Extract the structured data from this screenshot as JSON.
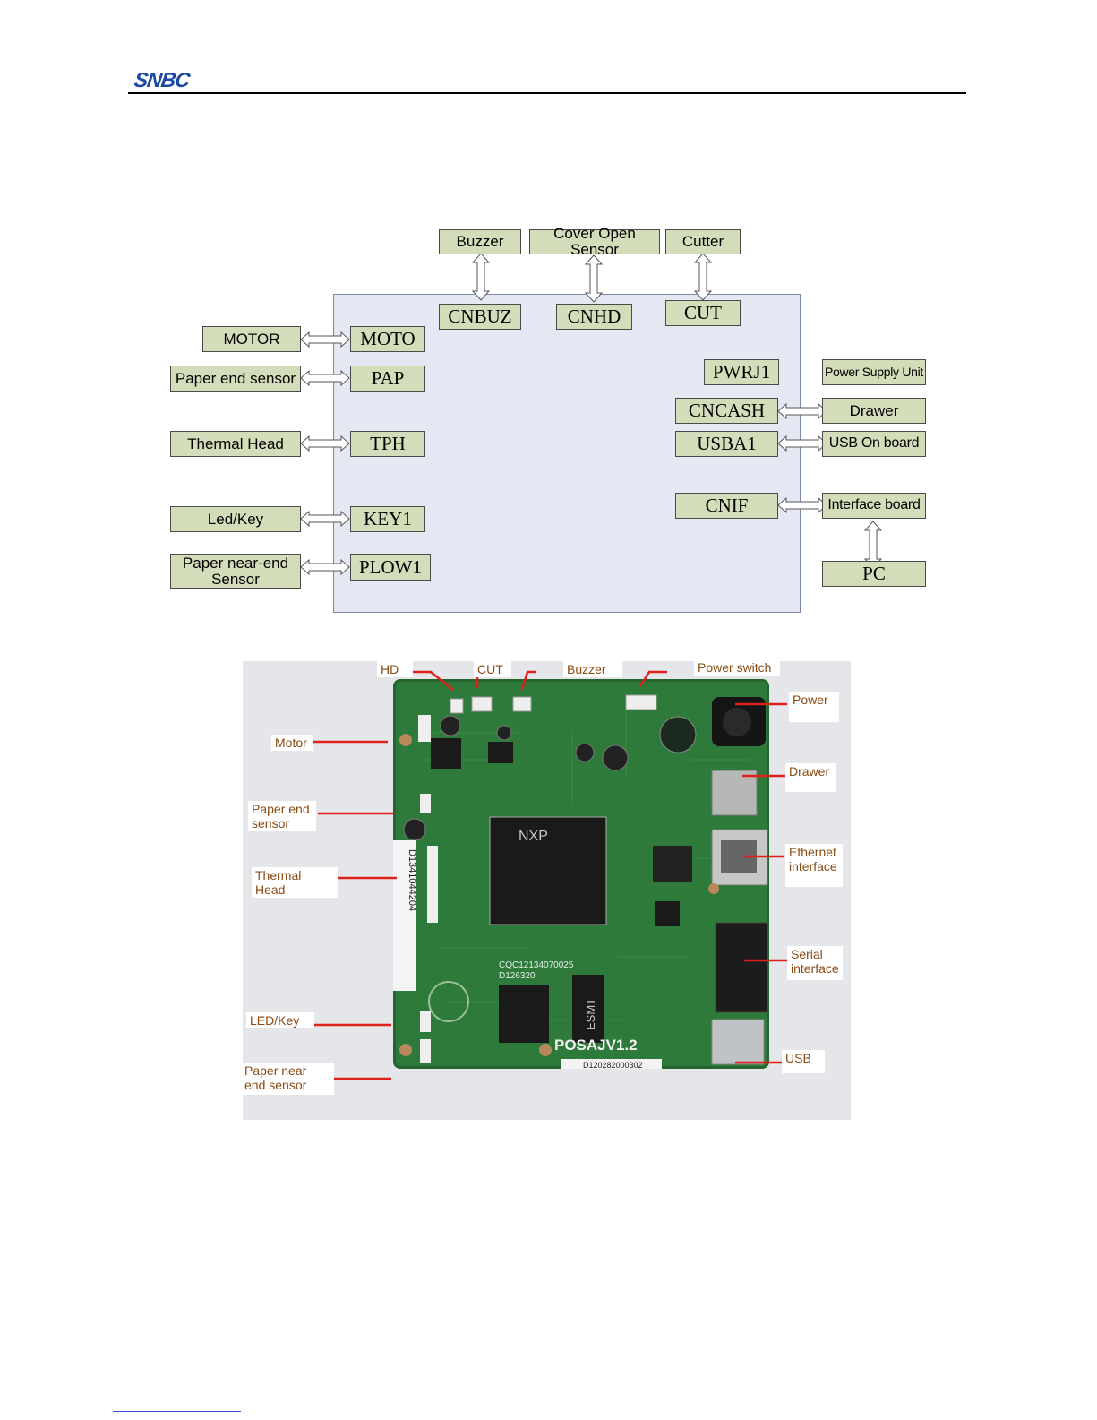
{
  "header": {
    "logo_text": "SNBC"
  },
  "block_diagram": {
    "external_top": [
      "Buzzer",
      "Cover Open Sensor",
      "Cutter"
    ],
    "top_connectors": [
      "CNBUZ",
      "CNHD",
      "CUT"
    ],
    "external_left": [
      "MOTOR",
      "Paper end sensor",
      "Thermal Head",
      "Led/Key",
      "Paper near-end Sensor"
    ],
    "left_connectors": [
      "MOTO",
      "PAP",
      "TPH",
      "KEY1",
      "PLOW1"
    ],
    "right_connectors": [
      "PWRJ1",
      "CNCASH",
      "USBA1",
      "CNIF"
    ],
    "external_right": [
      "Power Supply Unit",
      "Drawer",
      "USB On board",
      "Interface board",
      "PC"
    ]
  },
  "photo": {
    "board_silkscreen": "POSAJV1.2",
    "chip_brand": "NXP",
    "memory_brand": "ESMT",
    "barcode_vertical": "D1341044204",
    "barcode_bottom": "D120282000302",
    "lot_code": "CQC12134070025",
    "part_code": "D126320",
    "callouts": {
      "hd": "HD",
      "cut": "CUT",
      "buzzer": "Buzzer",
      "power_switch": "Power switch",
      "power": "Power",
      "motor": "Motor",
      "drawer": "Drawer",
      "paper_end": "Paper end sensor",
      "ethernet": "Ethernet interface",
      "thermal_head": "Thermal Head",
      "serial": "Serial interface",
      "led_key": "LED/Key",
      "usb": "USB",
      "paper_near_end": "Paper near end sensor"
    }
  },
  "colors": {
    "box_fill": "#d4ddb9",
    "board_fill": "#e3e8f3",
    "pcb_green": "#2e7a3a",
    "callout_text": "#8a4a12",
    "logo_blue": "#1b4aa0"
  }
}
